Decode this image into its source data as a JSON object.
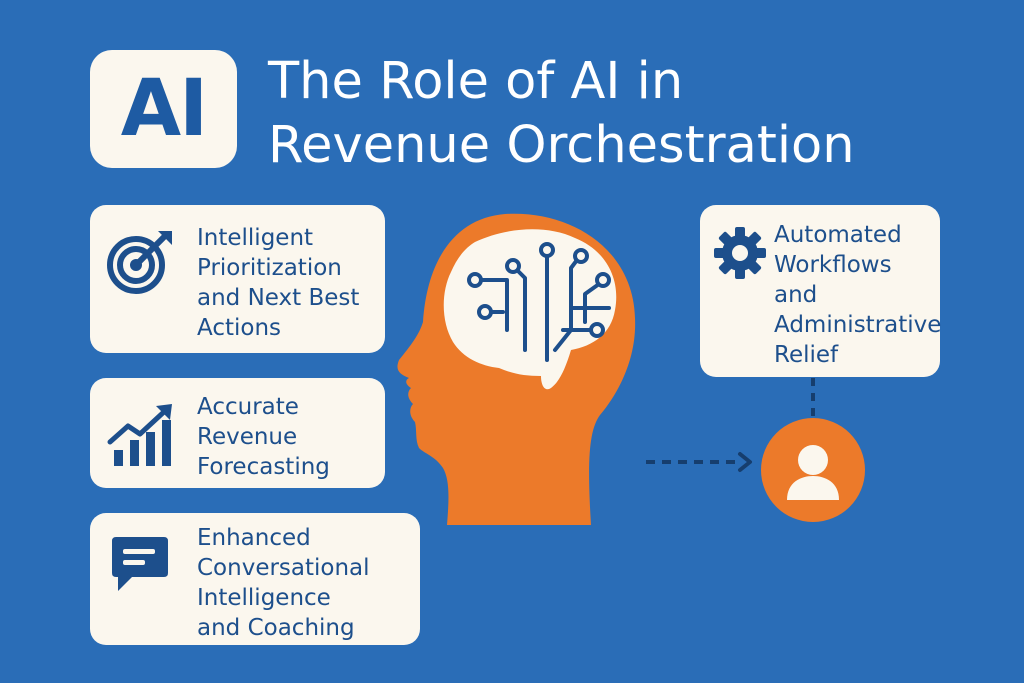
{
  "header": {
    "badge_text": "AI",
    "title_line1": "The Role of AI in",
    "title_line2": "Revenue Orchestration"
  },
  "cards": [
    {
      "icon": "target-icon",
      "lines": [
        "Intelligent",
        "Prioritization",
        "and Next Best",
        "Actions"
      ]
    },
    {
      "icon": "growth-chart-icon",
      "lines": [
        "Accurate",
        "Revenue",
        "Forecasting"
      ]
    },
    {
      "icon": "chat-bubble-icon",
      "lines": [
        "Enhanced",
        "Conversational",
        "Intelligence",
        "and Coaching"
      ]
    },
    {
      "icon": "gear-icon",
      "lines": [
        "Automated",
        "Workflows",
        "and",
        "Administrative",
        "Relief"
      ]
    }
  ],
  "center": {
    "icon": "ai-head-brain-circuit-icon"
  },
  "person": {
    "icon": "user-icon"
  },
  "colors": {
    "background": "#2a6db7",
    "card": "#fbf7ee",
    "navy": "#1d4f8c",
    "orange": "#ec7a2a"
  }
}
